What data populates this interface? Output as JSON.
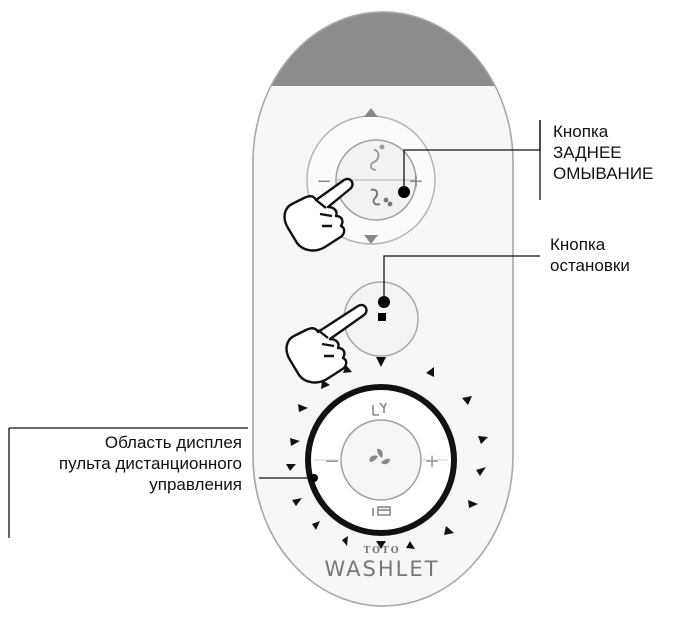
{
  "labels": {
    "rear_wash_button": [
      "Кнопка",
      "ЗАДНЕЕ",
      "ОМЫВАНИЕ"
    ],
    "stop_button": [
      "Кнопка",
      "остановки"
    ],
    "display_area": [
      "Область дисплея",
      "пульта дистанционного",
      "управления"
    ]
  },
  "remote": {
    "brand_small": "TOTO",
    "brand_large": "WASHLET",
    "body_color": "#f6f6f6",
    "top_band_color": "#8c8c8c",
    "ring_color": "#111111"
  },
  "icons": {
    "upper_dial": [
      "arrow-up-icon",
      "arrow-down-icon",
      "minus-icon",
      "plus-icon",
      "front-wash-icon",
      "rear-wash-icon"
    ],
    "stop": "stop-icon",
    "lower_dial": [
      "nozzle-icon",
      "fan-dry-icon",
      "seat-icon",
      "minus-icon",
      "plus-icon"
    ],
    "hands": [
      "pointing-hand-icon"
    ]
  }
}
